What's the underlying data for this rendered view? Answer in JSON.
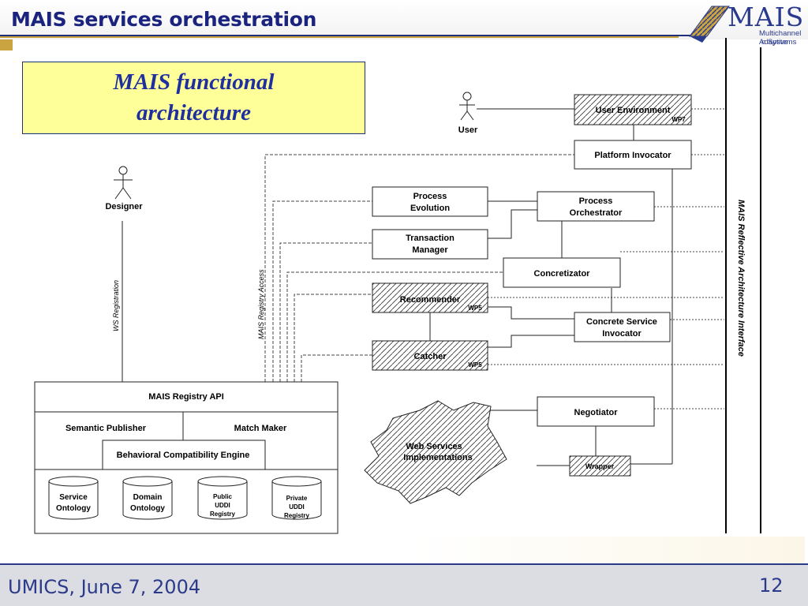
{
  "slide": {
    "title": "MAIS services orchestration",
    "footer_left": "UMICS, June 7, 2004",
    "page_number": "12"
  },
  "logo": {
    "name": "MAIS",
    "subtitle_line1": "Multichannel Adaptive",
    "subtitle_line2": "n Systems"
  },
  "callout": {
    "line1": "MAIS functional",
    "line2": "architecture"
  },
  "diagram": {
    "actors": {
      "user": "User",
      "designer": "Designer"
    },
    "boxes": {
      "user_environment": "User Environment",
      "wp7": "WP7",
      "platform_invocator": "Platform Invocator",
      "process_evolution_1": "Process",
      "process_evolution_2": "Evolution",
      "process_orchestrator_1": "Process",
      "process_orchestrator_2": "Orchestrator",
      "transaction_manager_1": "Transaction",
      "transaction_manager_2": "Manager",
      "concretizator": "Concretizator",
      "recommender": "Recommender",
      "wp5_a": "WP5",
      "concrete_service_invocator_1": "Concrete Service",
      "concrete_service_invocator_2": "Invocator",
      "catcher": "Catcher",
      "wp5_b": "WP5",
      "negotiator": "Negotiator",
      "web_services_1": "Web Services",
      "web_services_2": "Implementations",
      "wrapper": "Wrapper"
    },
    "registry": {
      "api": "MAIS Registry API",
      "semantic_publisher": "Semantic Publisher",
      "match_maker": "Match Maker",
      "behavioral_engine": "Behavioral Compatibility Engine",
      "service_ontology_1": "Service",
      "service_ontology_2": "Ontology",
      "domain_ontology_1": "Domain",
      "domain_ontology_2": "Ontology",
      "public_uddi_1": "Public",
      "public_uddi_2": "UDDI",
      "public_uddi_3": "Registry",
      "private_uddi_1": "Private",
      "private_uddi_2": "UDDI",
      "private_uddi_3": "Registry"
    },
    "labels": {
      "ws_registration": "WS Registration",
      "registry_access": "MAIS Registry Access",
      "reflective_interface": "MAIS Reflective Architecture Interface"
    }
  }
}
